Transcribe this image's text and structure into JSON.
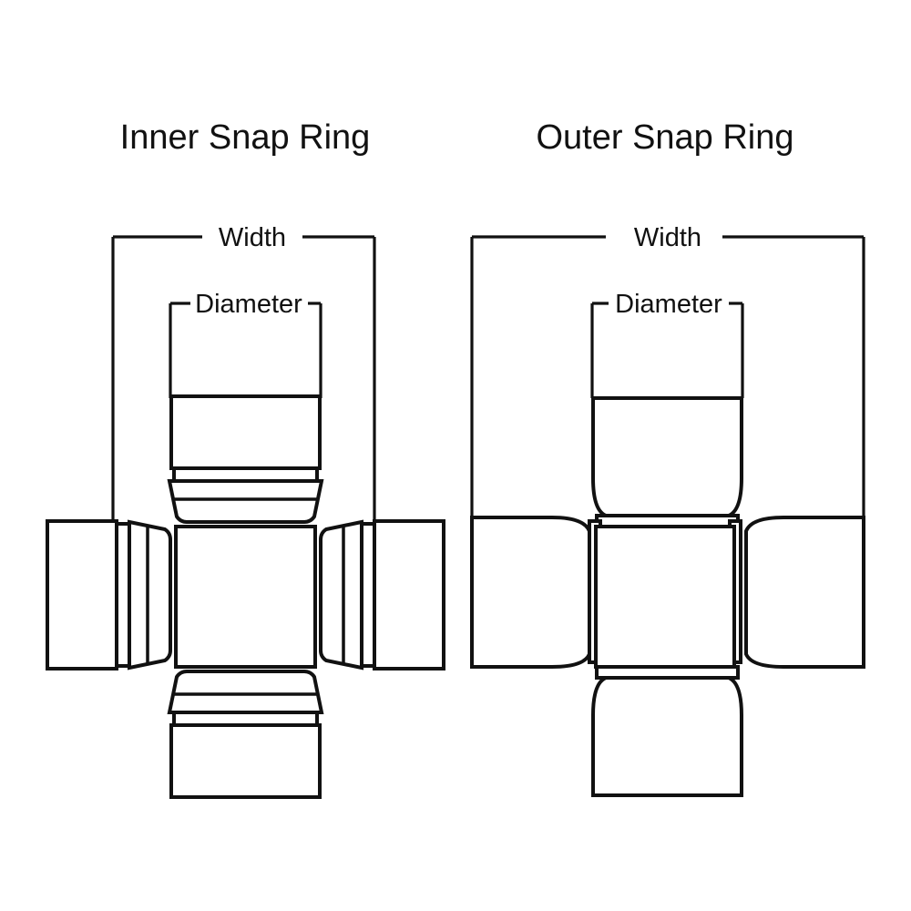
{
  "figure": {
    "background_color": "#ffffff",
    "line_color": "#111111",
    "text_color": "#111111",
    "subject": "universal joint cross comparison diagram"
  },
  "panels": [
    {
      "id": "inner",
      "title": "Inner Snap Ring",
      "dimensions": {
        "width_label": "Width",
        "diameter_label": "Diameter"
      },
      "icon_names": {
        "cross": "u-joint-cross-inner-icon",
        "bearing_cap": "bearing-cap-stepped-icon",
        "snap_ring_groove": "snap-ring-groove-inner-icon"
      }
    },
    {
      "id": "outer",
      "title": "Outer Snap Ring",
      "dimensions": {
        "width_label": "Width",
        "diameter_label": "Diameter"
      },
      "icon_names": {
        "cross": "u-joint-cross-outer-icon",
        "bearing_cap": "bearing-cap-smooth-icon",
        "snap_ring_groove": "snap-ring-groove-outer-icon"
      }
    }
  ]
}
